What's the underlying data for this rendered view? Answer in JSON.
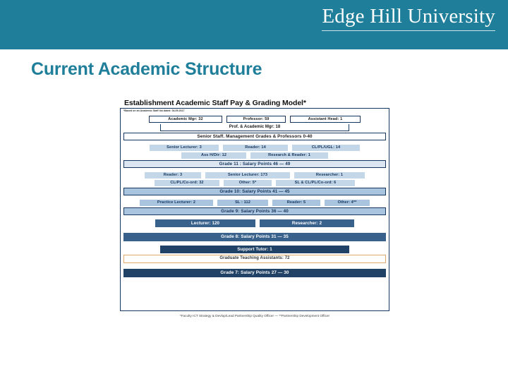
{
  "header": {
    "brand": "Edge Hill University",
    "brand_color": "#1f7e99"
  },
  "slide": {
    "title": "Current Academic Structure",
    "title_color": "#1f7e99"
  },
  "diagram": {
    "title": "Establishment Academic Staff Pay & Grading Model*",
    "note": "*Based on an Academic Staff list dated: 04.05.2017",
    "footnote": "*Faculty ICT Strategy & Devlop/Lead Partnership Quality Officer — **Partnership Development Officer",
    "rows": {
      "tier_senior": {
        "boxes": [
          {
            "label": "Academic Mgr: 32"
          },
          {
            "label": "Professor: 59"
          },
          {
            "label": "Assistant Head: 1"
          }
        ],
        "connector": "Prof. & Academic Mgr: 18",
        "band": "Senior Staff. Management Grades & Professors 0-40"
      },
      "grade11": {
        "row1": [
          {
            "label": "Senior Lecturer: 3"
          },
          {
            "label": "Reader: 14"
          },
          {
            "label": "CL/PL/UGL: 14"
          }
        ],
        "row2": [
          {
            "label": "Ass H/Dir: 12"
          },
          {
            "label": "Research & Reader: 1"
          }
        ],
        "band": "Grade 11 : Salary Points 46 — 49"
      },
      "grade10": {
        "row1": [
          {
            "label": "Reader: 3"
          },
          {
            "label": "Senior Lecturer: 173"
          },
          {
            "label": "Researcher: 1"
          }
        ],
        "row2": [
          {
            "label": "CL/PL/Co-ord: 32"
          },
          {
            "label": "Other: 5*"
          },
          {
            "label": "SL & CL/PL/Co-ord: 6"
          }
        ],
        "band": "Grade 10: Salary Points 41 — 45"
      },
      "grade9": {
        "row1": [
          {
            "label": "Practice Lecturer: 2"
          },
          {
            "label": "SL : 112"
          },
          {
            "label": "Reader: 5"
          },
          {
            "label": "Other: 4**"
          }
        ],
        "band": "Grade 9: Salary Points 36 — 40"
      },
      "grade8": {
        "row1": [
          {
            "label": "Lecturer: 120"
          },
          {
            "label": "Researcher: 2"
          }
        ],
        "band": "Grade 8: Salary Points 31 — 35"
      },
      "grade7": {
        "support_tutor": "Support Tutor: 1",
        "gta": "Graduate Teaching Assistants: 72",
        "band": "Grade 7: Salary Points 27 — 30"
      }
    }
  }
}
